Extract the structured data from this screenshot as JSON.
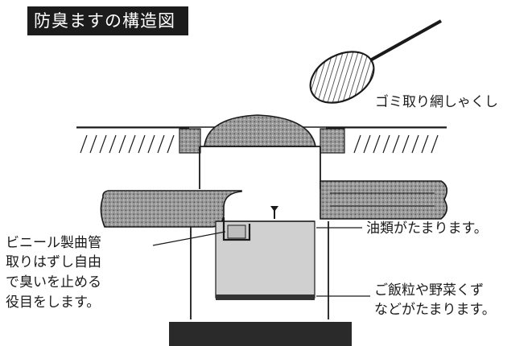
{
  "title": "防臭ますの構造図",
  "labels": {
    "scoop": "ゴミ取り網しゃくし",
    "oil": "油類がたまります。",
    "pipe_lines": [
      "ビニール製曲管",
      "取りはずし自由",
      "で臭いを止める",
      "役目をします。"
    ],
    "sediment_lines": [
      "ご飯粒や野菜くず",
      "などがたまります。"
    ]
  },
  "colors": {
    "title_bg": "#1c1c1c",
    "title_text": "#ffffff",
    "ink": "#1a1a1a",
    "pipe_fill": "#6e6e6e",
    "water_fill": "#d0d0d0",
    "sludge_fill": "#333333"
  }
}
